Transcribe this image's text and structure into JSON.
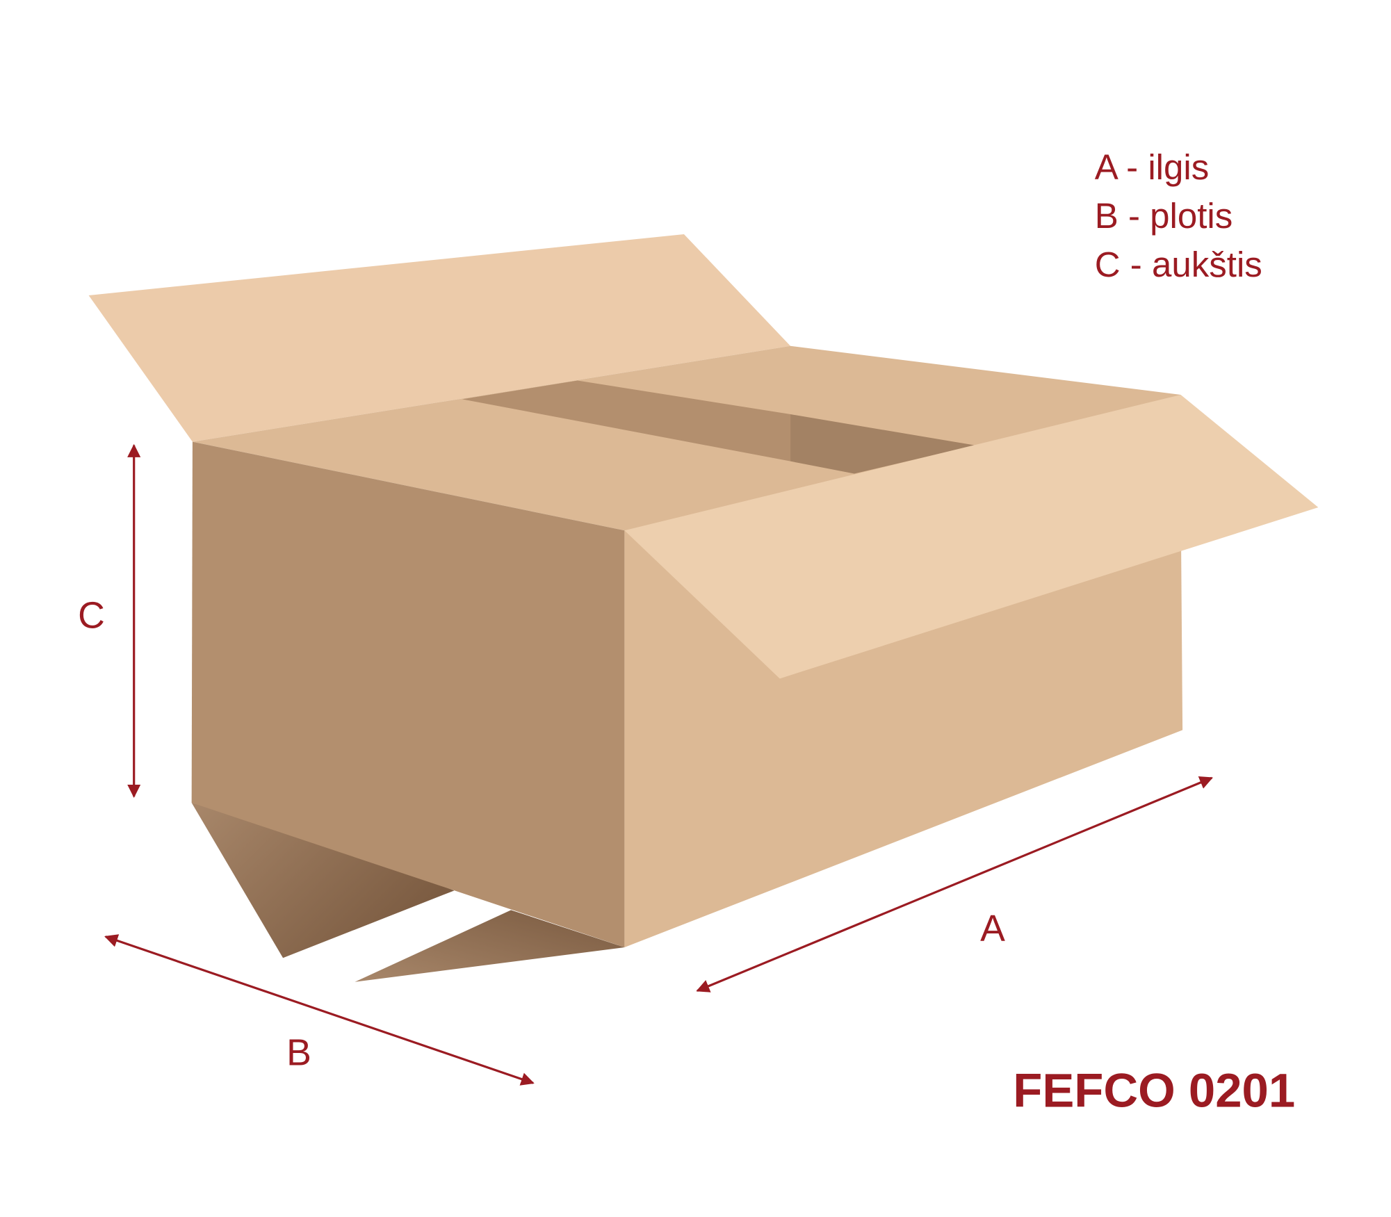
{
  "legend": {
    "a": "A - ilgis",
    "b": "B - plotis",
    "c": "C - aukštis"
  },
  "dimension_labels": {
    "a": "A",
    "b": "B",
    "c": "C"
  },
  "title": "FEFCO 0201",
  "colors": {
    "accent": "#9b1b22",
    "flap_light": "#edcfae",
    "face_light": "#dcb995",
    "face_dark": "#b38f6e",
    "inner_dark": "#a38264"
  }
}
